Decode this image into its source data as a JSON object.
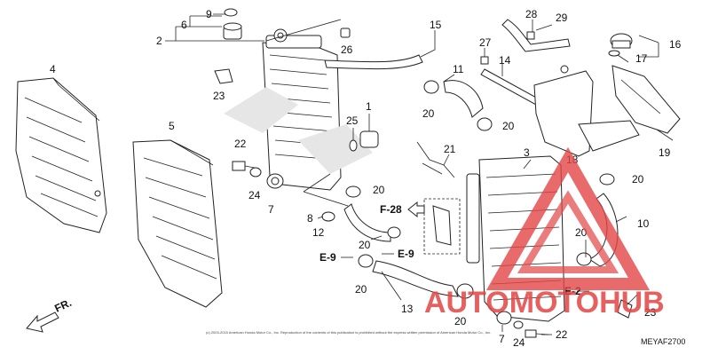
{
  "callouts": [
    {
      "id": "c9",
      "label": "9"
    },
    {
      "id": "c6",
      "label": "6"
    },
    {
      "id": "c2",
      "label": "2"
    },
    {
      "id": "c4",
      "label": "4"
    },
    {
      "id": "c23a",
      "label": "23"
    },
    {
      "id": "c5",
      "label": "5"
    },
    {
      "id": "c26",
      "label": "26"
    },
    {
      "id": "c15",
      "label": "15"
    },
    {
      "id": "c27",
      "label": "27"
    },
    {
      "id": "c14",
      "label": "14"
    },
    {
      "id": "c11",
      "label": "11"
    },
    {
      "id": "c20a",
      "label": "20"
    },
    {
      "id": "c28",
      "label": "28"
    },
    {
      "id": "c29",
      "label": "29"
    },
    {
      "id": "c16",
      "label": "16"
    },
    {
      "id": "c17",
      "label": "17"
    },
    {
      "id": "c1",
      "label": "1"
    },
    {
      "id": "c25",
      "label": "25"
    },
    {
      "id": "c20b",
      "label": "20"
    },
    {
      "id": "c22a",
      "label": "22"
    },
    {
      "id": "c24a",
      "label": "24"
    },
    {
      "id": "c7a",
      "label": "7"
    },
    {
      "id": "c21",
      "label": "21"
    },
    {
      "id": "c3",
      "label": "3"
    },
    {
      "id": "c18",
      "label": "18"
    },
    {
      "id": "c19",
      "label": "19"
    },
    {
      "id": "c20c",
      "label": "20"
    },
    {
      "id": "c20d",
      "label": "20"
    },
    {
      "id": "c8",
      "label": "8"
    },
    {
      "id": "c12",
      "label": "12"
    },
    {
      "id": "c20e",
      "label": "20"
    },
    {
      "id": "c10",
      "label": "10"
    },
    {
      "id": "c20f",
      "label": "20"
    },
    {
      "id": "c20g",
      "label": "20"
    },
    {
      "id": "c13",
      "label": "13"
    },
    {
      "id": "c20h",
      "label": "20"
    },
    {
      "id": "c23b",
      "label": "23"
    },
    {
      "id": "c7b",
      "label": "7"
    },
    {
      "id": "c24b",
      "label": "24"
    },
    {
      "id": "c22b",
      "label": "22"
    }
  ],
  "references": {
    "f28": "F-28",
    "e9a": "E-9",
    "e9b": "E-9",
    "e2": "E-2"
  },
  "direction_label": "FR.",
  "diagram_code": "MEYAF2700",
  "copyright": "(c) 2003-2015 American Honda Motor Co., Inc. Reproduction of the contents of this publication is prohibited without the express written permission of American Honda Motor Co., Inc.",
  "watermark": {
    "text": "AUTOMOTOHUB",
    "color": "#e34545"
  }
}
